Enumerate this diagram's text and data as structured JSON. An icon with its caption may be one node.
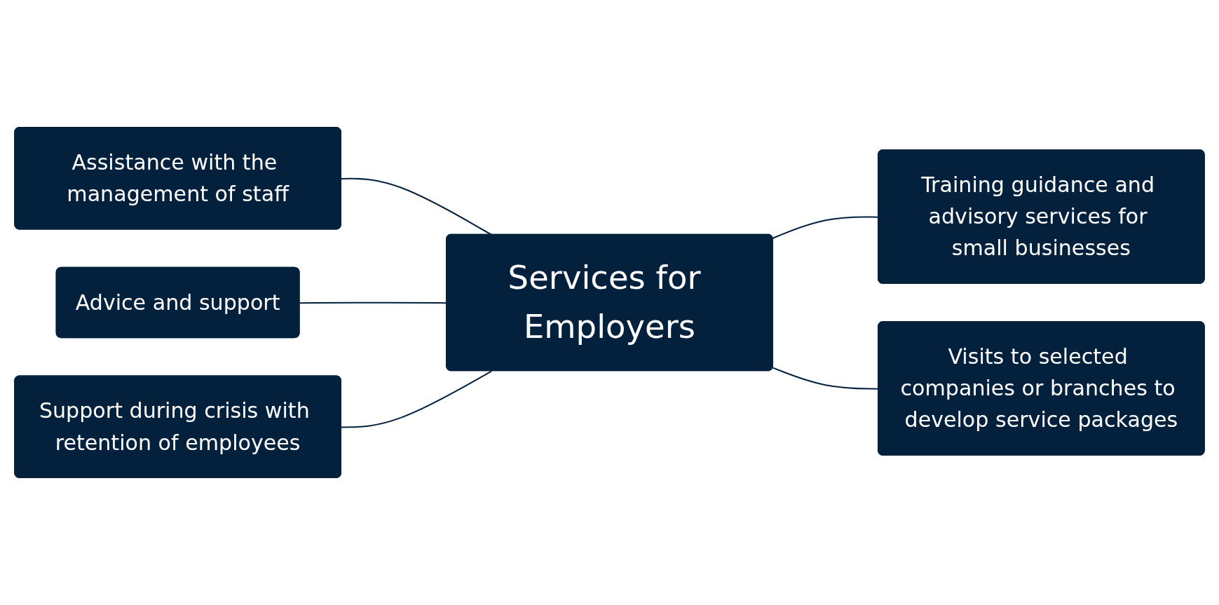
{
  "diagram": {
    "nodes": [
      {
        "text": [
          "Assistance with the management of staff"
        ]
      },
      {
        "text": [
          "Advice and support"
        ]
      },
      {
        "text": [
          "Support during crisis with retention of employees"
        ]
      },
      {
        "text": [
          "Services for Employers"
        ]
      },
      {
        "text": [
          "Training guidance and advisory services for small businesses"
        ]
      },
      {
        "text": [
          "Visits to selected companies or branches to develop service packages"
        ]
      }
    ],
    "edges": [
      {
        "from": 0,
        "to": 3,
        "arrow": "none"
      },
      {
        "from": 1,
        "to": 3,
        "arrow": "none"
      },
      {
        "from": 2,
        "to": 3,
        "arrow": "none"
      },
      {
        "from": 3,
        "to": 4,
        "arrow": "none"
      },
      {
        "from": 3,
        "to": 5,
        "arrow": "none"
      }
    ]
  }
}
